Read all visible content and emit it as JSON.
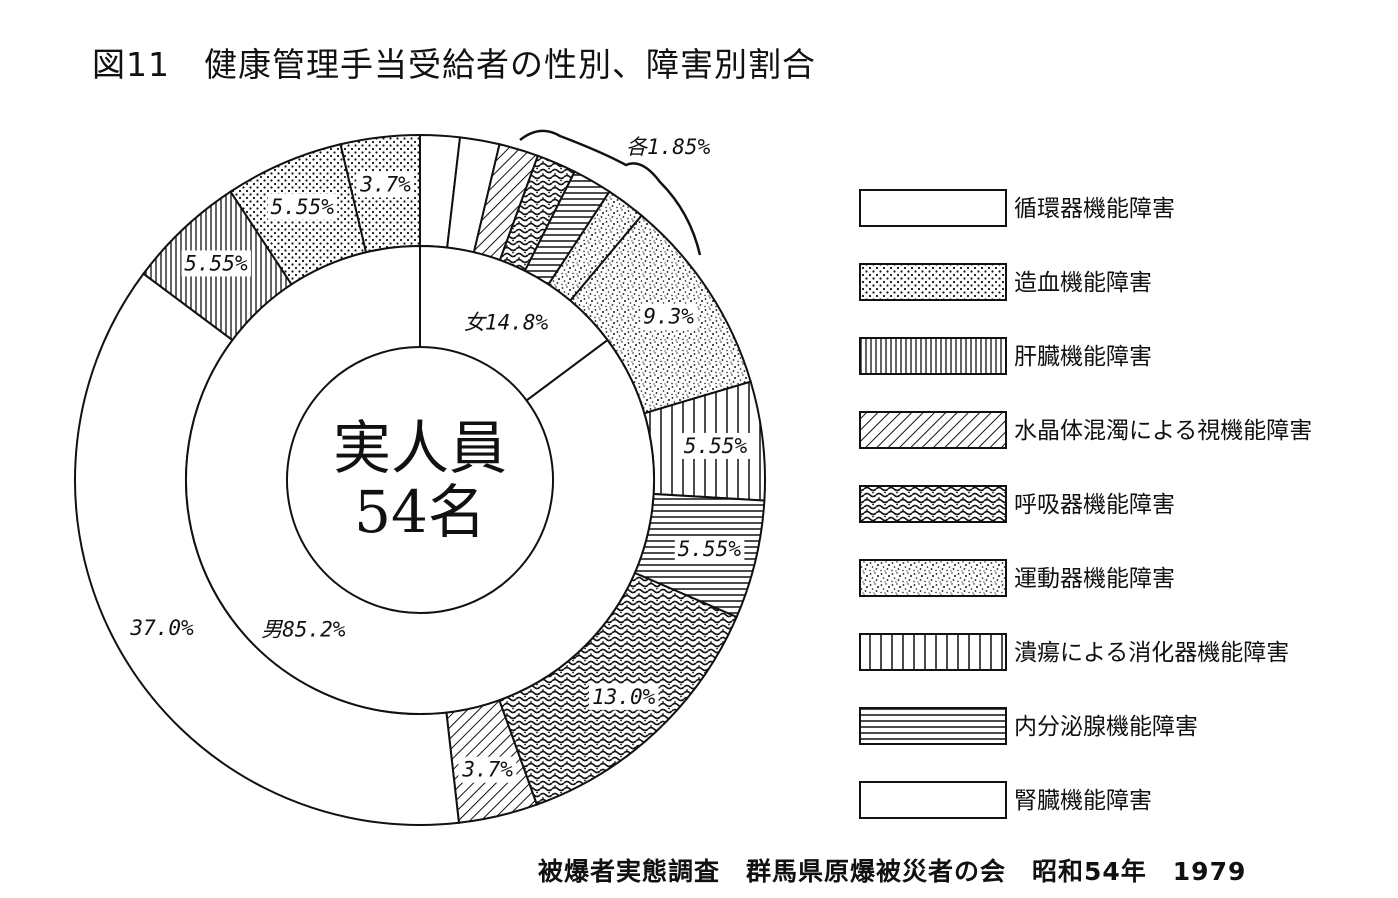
{
  "title": "図11　健康管理手当受給者の性別、障害別割合",
  "source": "被爆者実態調査　群馬県原爆被災者の会　昭和54年　1979",
  "chart_data": {
    "type": "pie",
    "center_label": [
      "実人員",
      "54名"
    ],
    "inner_ring": [
      {
        "label": "女14.8%",
        "value": 14.8
      },
      {
        "label": "男85.2%",
        "value": 85.2
      }
    ],
    "outer_ring": [
      {
        "category": "腎臓機能障害",
        "value": 1.85,
        "label": ""
      },
      {
        "category": "腎臓機能障害",
        "value": 1.85,
        "label": ""
      },
      {
        "category": "水晶体混濁による視機能障害",
        "value": 1.85,
        "label": ""
      },
      {
        "category": "呼吸器機能障害",
        "value": 1.85,
        "label": ""
      },
      {
        "category": "内分泌腺機能障害",
        "value": 1.85,
        "label": ""
      },
      {
        "category": "運動器機能障害",
        "value": 1.85,
        "label": ""
      },
      {
        "category": "運動器機能障害",
        "value": 9.3,
        "label": "9.3%"
      },
      {
        "category": "潰瘍による消化器機能障害",
        "value": 5.55,
        "label": "5.55%"
      },
      {
        "category": "内分泌腺機能障害",
        "value": 5.55,
        "label": "5.55%"
      },
      {
        "category": "呼吸器機能障害",
        "value": 13.0,
        "label": "13.0%"
      },
      {
        "category": "水晶体混濁による視機能障害",
        "value": 3.7,
        "label": "3.7%"
      },
      {
        "category": "循環器機能障害",
        "value": 37.0,
        "label": "37.0%"
      },
      {
        "category": "肝臓機能障害",
        "value": 5.55,
        "label": "5.55%"
      },
      {
        "category": "造血機能障害",
        "value": 5.55,
        "label": "5.55%"
      },
      {
        "category": "造血機能障害",
        "value": 3.7,
        "label": "3.7%"
      }
    ],
    "bracket_label": "各1.85%",
    "legend": [
      {
        "name": "循環器機能障害",
        "pattern": "circ"
      },
      {
        "name": "造血機能障害",
        "pattern": "dots"
      },
      {
        "name": "肝臓機能障害",
        "pattern": "vthin"
      },
      {
        "name": "水晶体混濁による視機能障害",
        "pattern": "diag"
      },
      {
        "name": "呼吸器機能障害",
        "pattern": "squig"
      },
      {
        "name": "運動器機能障害",
        "pattern": "speck"
      },
      {
        "name": "潰瘍による消化器機能障害",
        "pattern": "vwide"
      },
      {
        "name": "内分泌腺機能障害",
        "pattern": "horiz"
      },
      {
        "name": "腎臓機能障害",
        "pattern": "blank"
      }
    ],
    "legend_placement": "right"
  }
}
